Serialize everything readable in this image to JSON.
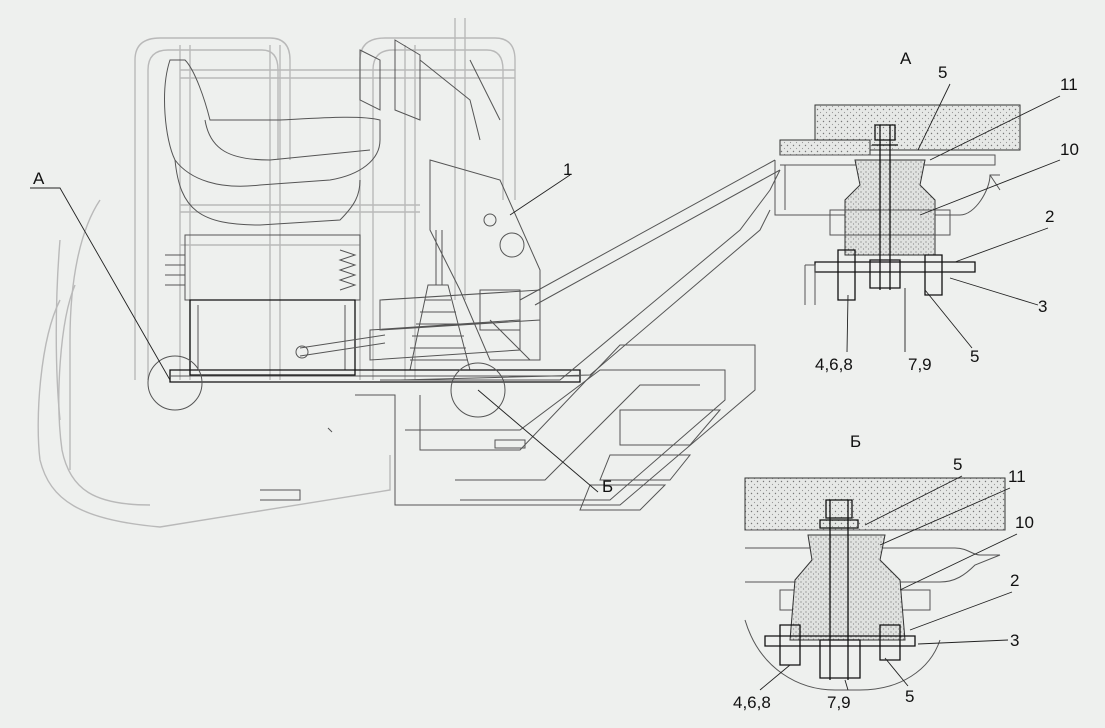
{
  "main_view": {
    "labels": {
      "view_a": "А",
      "view_b": "Б",
      "part_1": "1"
    }
  },
  "detail_a": {
    "title": "А",
    "callouts": [
      "5",
      "11",
      "10",
      "2",
      "3",
      "4,6,8",
      "7,9",
      "5"
    ]
  },
  "detail_b": {
    "title": "Б",
    "callouts": [
      "5",
      "11",
      "10",
      "2",
      "3",
      "4,6,8",
      "7,9",
      "5"
    ]
  }
}
